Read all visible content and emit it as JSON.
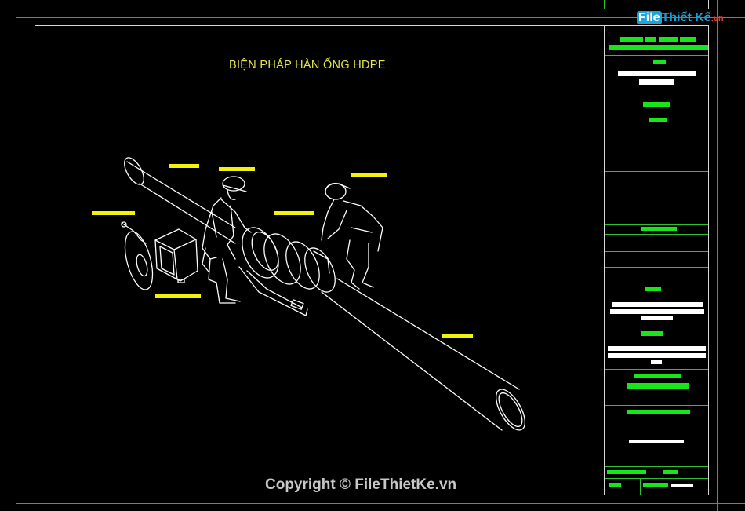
{
  "drawing": {
    "title": "BIỆN PHÁP HÀN ỐNG HDPE"
  },
  "logo": {
    "brand_prefix": "File",
    "brand_rest": "Thiết Kế",
    "brand_suffix": ".vn"
  },
  "watermark": {
    "text": "Copyright © FileThietKe.vn"
  },
  "colors": {
    "background": "#000000",
    "sheet_border": "#d8d8d8",
    "outer_frame": "#a36a6a",
    "title_text": "#e6e64d",
    "title_block_lines": "#2fbf2f",
    "title_block_text": "#19e619",
    "callout_labels": "#f2f20a",
    "linework": "#ffffff"
  },
  "icons": [
    "file-thiet-ke-logo-icon"
  ]
}
